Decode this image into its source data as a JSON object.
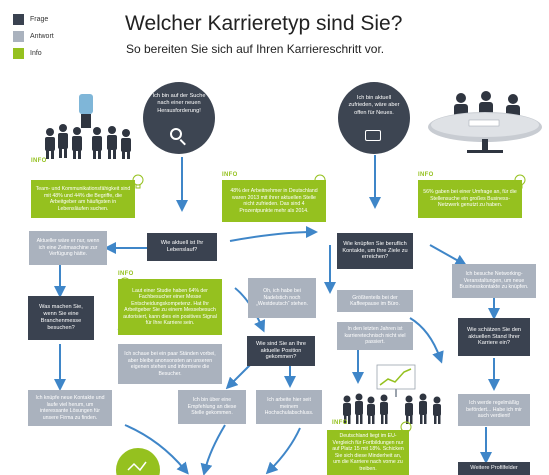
{
  "legend": [
    {
      "label": "Frage",
      "color": "#3a4250"
    },
    {
      "label": "Antwort",
      "color": "#aab2be"
    },
    {
      "label": "Info",
      "color": "#95c11f"
    }
  ],
  "title": "Welcher Karrieretyp sind Sie?",
  "subtitle": "So bereiten Sie sich auf Ihren Karriereschritt vor.",
  "colors": {
    "frage": "#3a4250",
    "antwort": "#aab2be",
    "info": "#95c11f",
    "arrow": "#3f86c8"
  },
  "info_label": "INFO",
  "icons": [
    "magnifier-icon",
    "briefcase-icon",
    "lightbulb-icon",
    "office-people-icon",
    "meeting-table-icon",
    "presentation-people-icon"
  ],
  "start_left": "Ich bin auf der Suche nach einer neuen Herausforderung!",
  "start_right": "Ich bin aktuell zufrieden, wäre aber offen für Neues.",
  "info_1": "Team- und Kommunikationsfähigkeit sind mit 48% und 44% die Begriffe, die Arbeitgeber am häufigsten in Lebensläufen suchen.",
  "info_2": "48% der Arbeitnehmer in Deutschland waren 2013 mit ihrer aktuellen Stelle nicht zufrieden. Das sind 4 Prozentpunkte mehr als 2014.",
  "info_3": "56% gaben bei einer Umfrage an, für die Stellensuche ein großes Business-Netzwerk genutzt zu haben.",
  "info_4": "Laut einer Studie haben 64% der Fachbesucher einer Messe Entscheidungskompetenz. Hat Ihr Arbeitgeber Sie zu einem Messebesuch autorisiert, kann dies ein positives Signal für Ihre Karriere sein.",
  "info_5": "Deutschland liegt im EU-Vergleich für Fortbildungen nur auf Platz 15 mit 18%. Schicken Sie sich diese Minderheit an, um die Karriere nach vorne zu treiben.",
  "q_lebenslauf": "Wie aktuell ist Ihr Lebenslauf?",
  "a_zeitmaschine": "Aktueller wäre er nur, wenn ich eine Zeitmaschine zur Verfügung hätte.",
  "a_nadelstich": "Oh, ich habe bei Nadelstich noch „Westdeutsch“ stehen.",
  "q_messe": "Was machen Sie, wenn Sie eine Branchenmesse besuchen?",
  "a_staende": "Ich schaue bei ein paar Ständen vorbei, aber bleibe anonsonsten an unseren eigenen stehen und informiere die Besucher.",
  "a_kontakte": "Ich knüpfe neue Kontakte und laufe viel herum, um interessante Lösungen für unsere Firma zu finden.",
  "q_position": "Wie sind Sie an Ihre aktuelle Position gekommen?",
  "a_empfehlung": "Ich bin über eine Empfehlung an diese Stelle gekommen.",
  "a_hochschul": "Ich arbeite hier seit meinem Hochschulabschluss.",
  "q_kontakte": "Wie knüpfen Sie beruflich Kontakte, um Ihre Ziele zu erreichen?",
  "a_kaffee": "Größtenteils bei der Kaffeepause im Büro.",
  "a_karriere": "In den letzten Jahren ist karrieretechnisch nicht viel passiert.",
  "a_networking": "Ich besuche Networking-Veranstaltungen, um neue Businesskontakte zu knüpfen.",
  "q_schaetzen": "Wie schätzen Sie den aktuellen Stand Ihrer Karriere ein?",
  "a_befoerdert": "Ich werde regelmäßig befördert... Habe ich mir auch verdient!",
  "a_bottom_right": "Weitere Profilfelder"
}
